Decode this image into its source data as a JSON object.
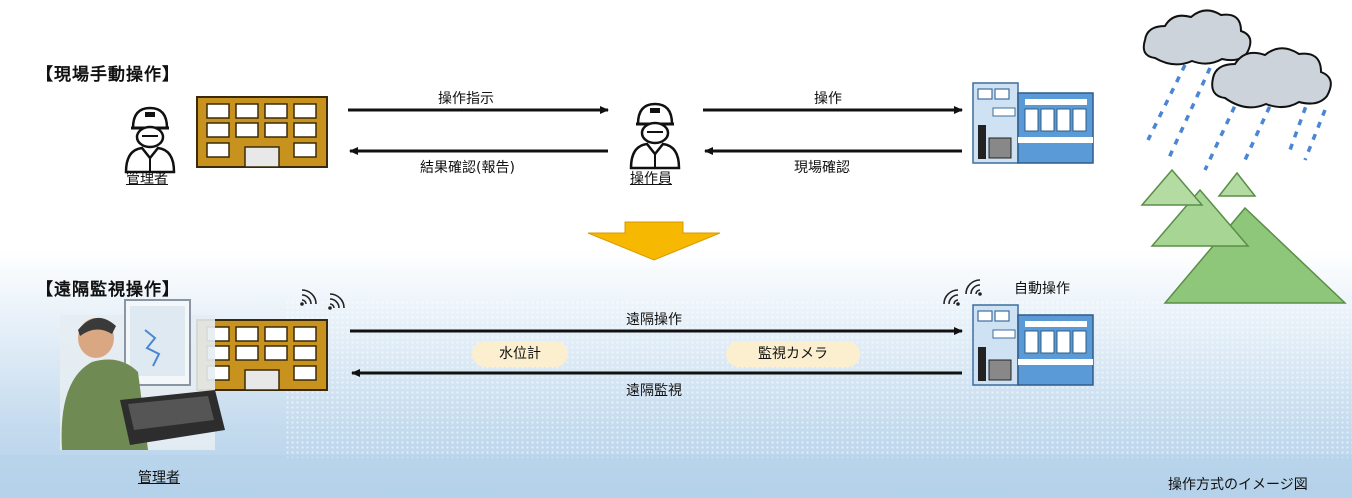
{
  "top_section": {
    "title": "【現場手動操作】",
    "manager_label": "管理者",
    "operator_label": "操作員",
    "arrow_instruction": "操作指示",
    "arrow_report": "結果確認(報告)",
    "arrow_operate": "操作",
    "arrow_site_check": "現場確認"
  },
  "bottom_section": {
    "title": "【遠隔監視操作】",
    "manager_label": "管理者",
    "arrow_remote_operation": "遠隔操作",
    "arrow_remote_monitoring": "遠隔監視",
    "water_level_gauge": "水位計",
    "surveillance_camera": "監視カメラ",
    "auto_operation": "自動操作"
  },
  "caption": "操作方式のイメージ図",
  "colors": {
    "building_fill": "#c8921e",
    "building_outline": "#3a2a08",
    "transition_arrow": "#f6b800",
    "gate_blue": "#5a9ad6",
    "mountain_green": "#8fc77a",
    "rain_blue": "#4a86d4"
  }
}
